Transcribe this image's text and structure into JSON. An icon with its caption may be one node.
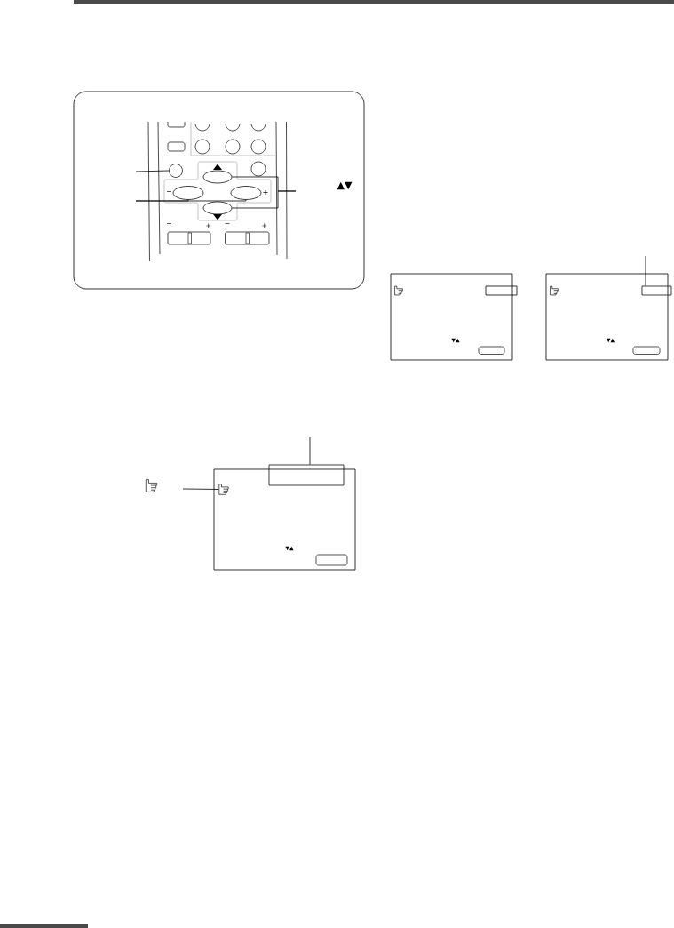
{
  "diagram": {
    "nodes": [
      {
        "text": [],
        "shape": "circle"
      },
      {
        "text": [],
        "shape": "ellipse"
      },
      {
        "text": [],
        "shape": "ellipse",
        "beside": [
          "−"
        ]
      },
      {
        "text": [],
        "shape": "ellipse",
        "beside": [
          "+"
        ]
      },
      {
        "text": [],
        "shape": "ellipse"
      },
      {
        "text": [
          "▼▲"
        ]
      },
      {
        "text": [
          "▼▲"
        ]
      },
      {
        "text": [],
        "shape": "box"
      },
      {
        "text": [
          "▼▲"
        ]
      },
      {
        "text": [],
        "shape": "box"
      },
      {
        "text": [],
        "shape": "picture",
        "in": 8
      }
    ],
    "edges": [
      {
        "from": null,
        "to": 0,
        "arrow": "none"
      },
      {
        "from": null,
        "to": 2,
        "arrow": "none"
      },
      {
        "from": null,
        "to": 3,
        "arrow": "none"
      },
      {
        "from": null,
        "to": 1,
        "arrow": "none"
      },
      {
        "from": null,
        "to": 4,
        "arrow": "none"
      },
      {
        "from": null,
        "to": 7,
        "arrow": "none"
      },
      {
        "from": null,
        "to": 9,
        "arrow": "none"
      },
      {
        "from": null,
        "to": 10,
        "arrow": "none"
      }
    ],
    "labels": [
      "▲▼",
      "−",
      "+",
      "−",
      "+"
    ]
  }
}
